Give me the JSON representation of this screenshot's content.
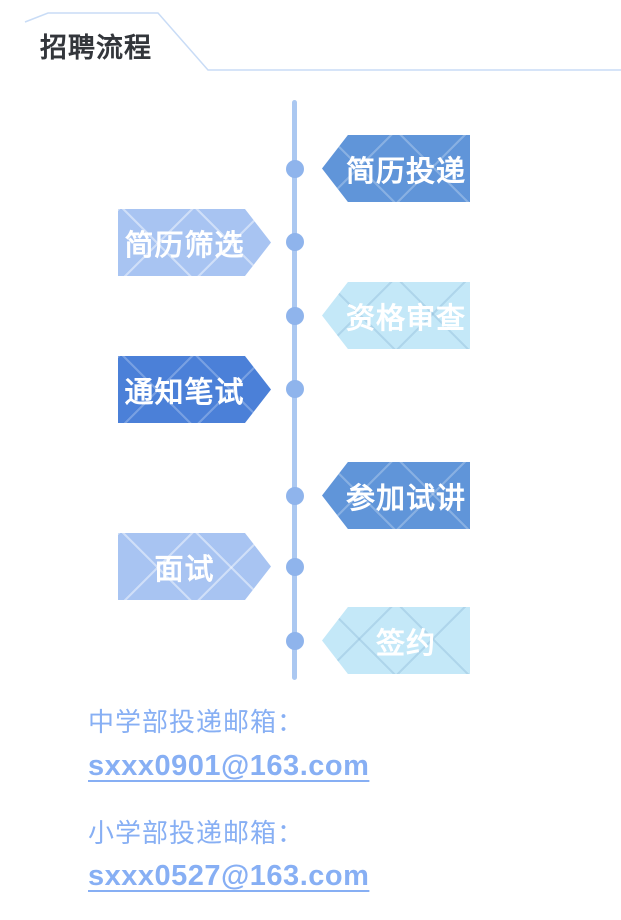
{
  "header": {
    "title": "招聘流程"
  },
  "timeline": {
    "steps": [
      {
        "label": "简历投递",
        "side": "right",
        "tone": "medium"
      },
      {
        "label": "简历筛选",
        "side": "left",
        "tone": "light"
      },
      {
        "label": "资格审查",
        "side": "right",
        "tone": "lightest"
      },
      {
        "label": "通知笔试",
        "side": "left",
        "tone": "dark"
      },
      {
        "label": "参加试讲",
        "side": "right",
        "tone": "medium"
      },
      {
        "label": "面试",
        "side": "left",
        "tone": "light"
      },
      {
        "label": "签约",
        "side": "right",
        "tone": "lightest"
      }
    ]
  },
  "contacts": [
    {
      "label": "中学部投递邮箱：",
      "email": "sxxx0901@163.com"
    },
    {
      "label": "小学部投递邮箱：",
      "email": "sxxx0527@163.com"
    }
  ],
  "colors": {
    "dark_blue": "#4b80d8",
    "medium_blue": "#6095d9",
    "light_blue": "#a8c4f2",
    "lightest_blue": "#c4e8f8",
    "timeline_line": "#abc8f1",
    "timeline_dot": "#8fb4ec",
    "header_line": "#c9dcf6",
    "title_text": "#33363b",
    "contact_text": "#87aff4"
  }
}
